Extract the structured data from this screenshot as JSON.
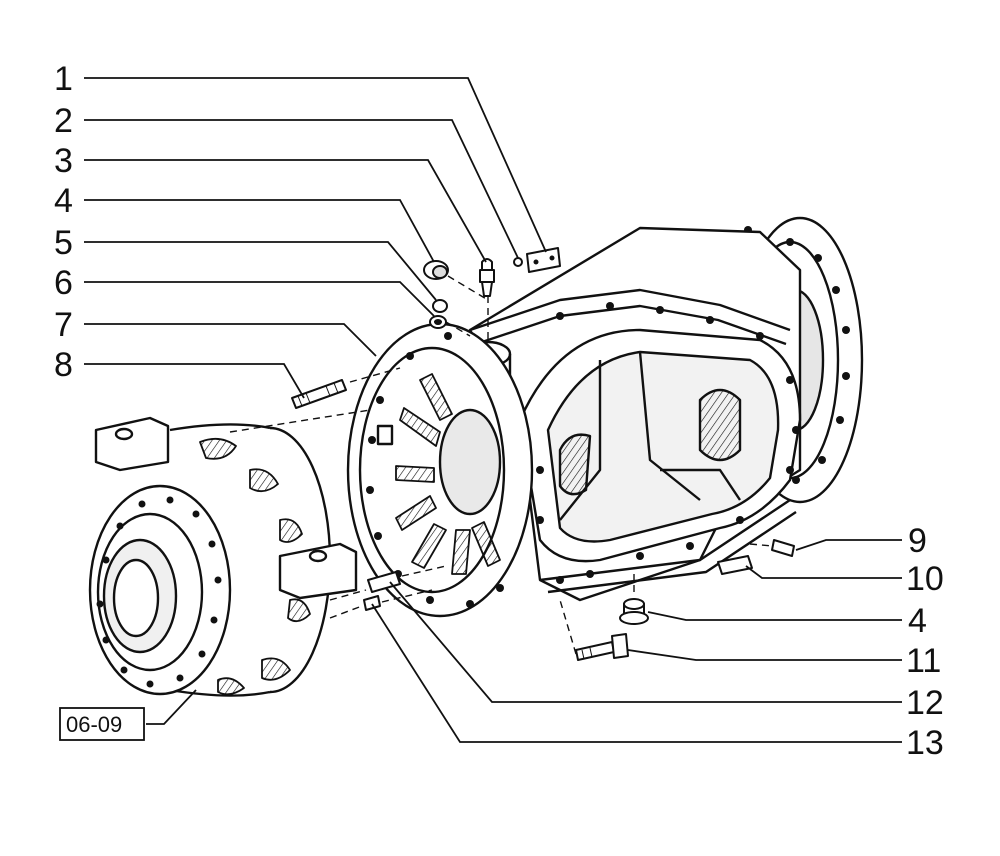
{
  "diagram": {
    "left_callouts": [
      "1",
      "2",
      "3",
      "4",
      "5",
      "6",
      "7",
      "8"
    ],
    "right_callouts": [
      "9",
      "10",
      "4",
      "11",
      "12",
      "13"
    ],
    "reference_box": "06-09",
    "colors": {
      "ink": "#111111",
      "paper": "#ffffff",
      "shade": "#d8d8d8"
    }
  }
}
